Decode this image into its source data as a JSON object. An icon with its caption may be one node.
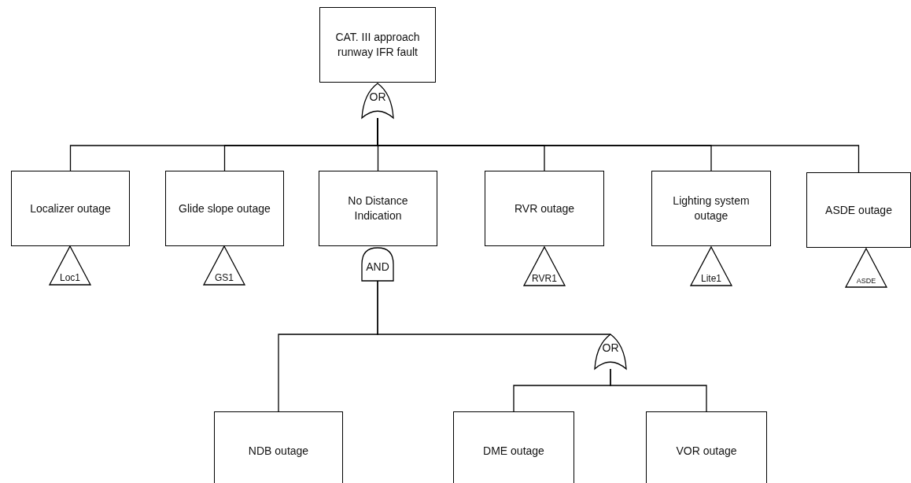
{
  "diagram": {
    "nodes": [
      {
        "text": [
          "CAT. III approach runway IFR fault"
        ]
      },
      {
        "text": [
          "OR"
        ]
      },
      {
        "text": [
          "Localizer outage"
        ]
      },
      {
        "text": [
          "Glide slope outage"
        ]
      },
      {
        "text": [
          "No Distance Indication"
        ]
      },
      {
        "text": [
          "RVR outage"
        ]
      },
      {
        "text": [
          "Lighting system outage"
        ]
      },
      {
        "text": [
          "ASDE outage"
        ]
      },
      {
        "text": [
          "Loc1"
        ]
      },
      {
        "text": [
          "GS1"
        ]
      },
      {
        "text": [
          "AND"
        ]
      },
      {
        "text": [
          "RVR1"
        ]
      },
      {
        "text": [
          "Lite1"
        ]
      },
      {
        "text": [
          "ASDE"
        ]
      },
      {
        "text": [
          "OR"
        ]
      },
      {
        "text": [
          "NDB outage"
        ]
      },
      {
        "text": [
          "DME outage"
        ]
      },
      {
        "text": [
          "VOR outage"
        ]
      }
    ],
    "edges": [
      {
        "from": 1,
        "to": 2,
        "arrow": "none"
      },
      {
        "from": 1,
        "to": 3,
        "arrow": "none"
      },
      {
        "from": 1,
        "to": 4,
        "arrow": "none"
      },
      {
        "from": 1,
        "to": 5,
        "arrow": "none"
      },
      {
        "from": 1,
        "to": 6,
        "arrow": "none"
      },
      {
        "from": 1,
        "to": 7,
        "arrow": "none"
      },
      {
        "from": 10,
        "to": 15,
        "arrow": "none"
      },
      {
        "from": 10,
        "to": 14,
        "arrow": "none"
      },
      {
        "from": 14,
        "to": 16,
        "arrow": "none"
      },
      {
        "from": 14,
        "to": 17,
        "arrow": "none"
      }
    ]
  }
}
